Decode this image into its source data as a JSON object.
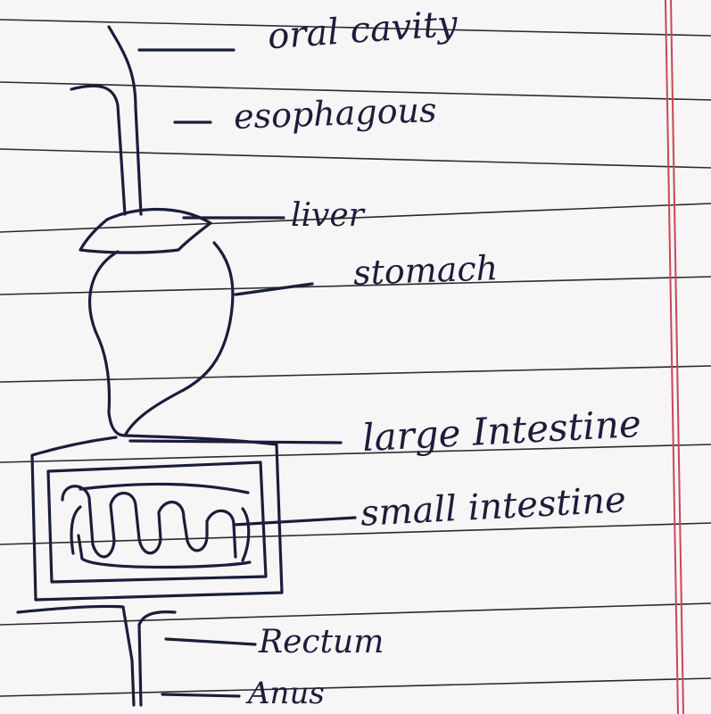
{
  "diagram": {
    "labels": {
      "oral_cavity": "oral cavity",
      "esophagus": "esophagous",
      "liver": "liver",
      "stomach": "stomach",
      "large_intestine": "large Intestine",
      "small_intestine": "small intestine",
      "rectum": "Rectum",
      "anus": "Anus"
    }
  },
  "colors": {
    "paper": "#f7f5f6",
    "ink": "#1b1d3a",
    "ruling": "#2b2b2b",
    "margin": "#c9475a"
  }
}
